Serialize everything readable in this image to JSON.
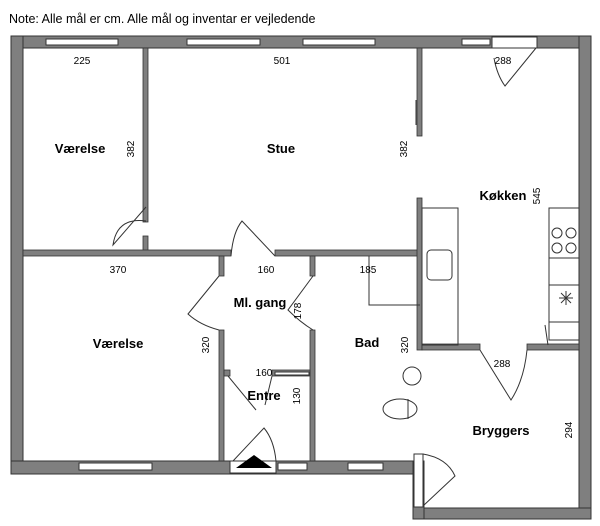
{
  "note": "Note: Alle mål er cm. Alle mål og inventar er vejledende",
  "rooms": {
    "vaerelse_top": {
      "name": "Værelse",
      "width": "225",
      "depth": "382"
    },
    "stue": {
      "name": "Stue",
      "width": "501",
      "depth": "382"
    },
    "kokken": {
      "name": "Køkken",
      "width": "288",
      "depth": "545"
    },
    "vaerelse_bottom": {
      "name": "Værelse",
      "width": "370",
      "depth": "320"
    },
    "ml_gang": {
      "name": "Ml. gang",
      "width": "160",
      "depth": "178"
    },
    "bad": {
      "name": "Bad",
      "width": "185",
      "depth": "320"
    },
    "entre": {
      "name": "Entre",
      "width": "160",
      "depth": "130"
    },
    "bryggers": {
      "name": "Bryggers",
      "width": "288",
      "depth": "294"
    }
  },
  "entrance_marker": "entrance-arrow"
}
